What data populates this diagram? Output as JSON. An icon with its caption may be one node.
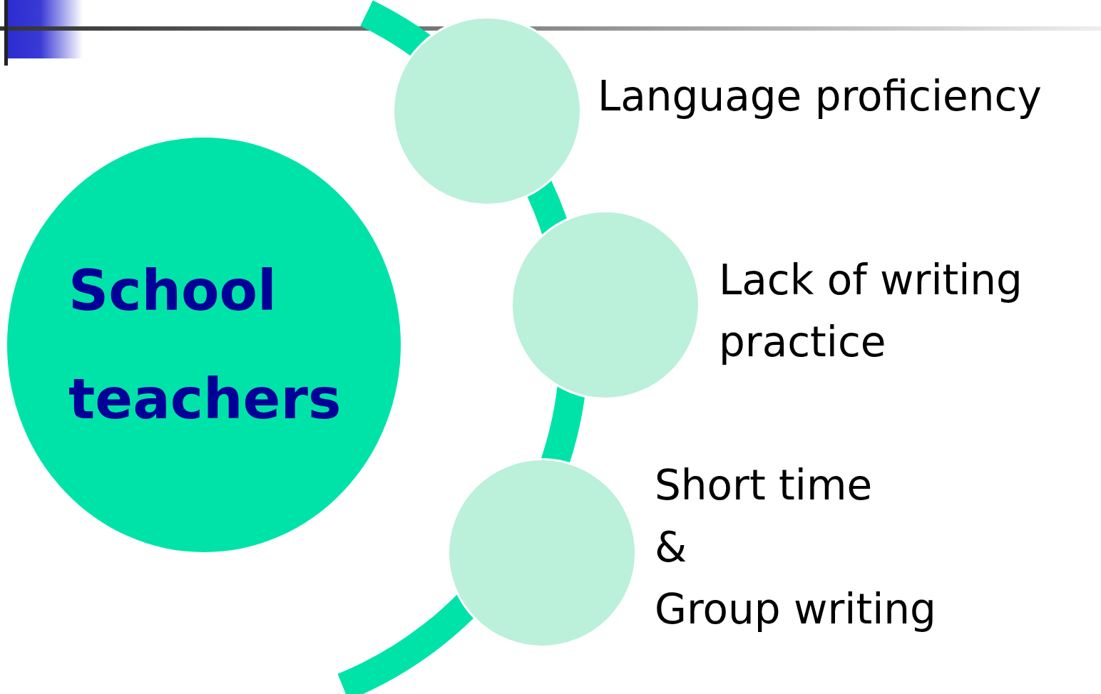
{
  "diagram": {
    "nodes": [
      {
        "text": [
          "School teachers"
        ]
      },
      {
        "text": [],
        "shape": "circle",
        "beside": [
          "Language proficiency"
        ]
      },
      {
        "text": [],
        "shape": "circle",
        "beside": [
          "Lack of writing practice"
        ]
      },
      {
        "text": [],
        "shape": "circle",
        "beside": [
          "Short time",
          "&",
          "Group writing"
        ]
      }
    ]
  }
}
